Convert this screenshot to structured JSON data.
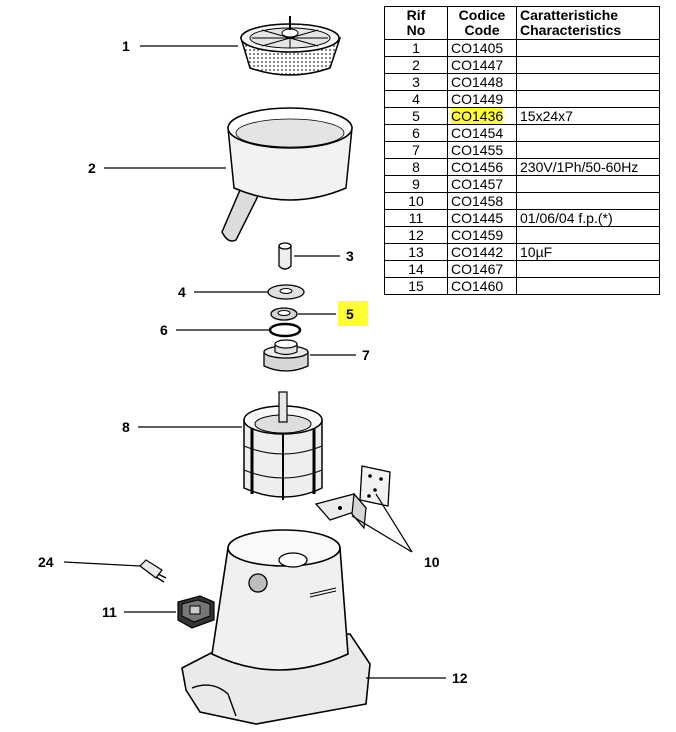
{
  "table": {
    "headers": {
      "rif": [
        "Rif",
        "No"
      ],
      "code": [
        "Codice",
        "Code"
      ],
      "char": [
        "Caratteristiche",
        "Characteristics"
      ]
    },
    "rows": [
      {
        "rif": "1",
        "code": "CO1405",
        "char": ""
      },
      {
        "rif": "2",
        "code": "CO1447",
        "char": ""
      },
      {
        "rif": "3",
        "code": "CO1448",
        "char": ""
      },
      {
        "rif": "4",
        "code": "CO1449",
        "char": ""
      },
      {
        "rif": "5",
        "code": "CO1436",
        "char": "15x24x7",
        "highlight": true
      },
      {
        "rif": "6",
        "code": "CO1454",
        "char": ""
      },
      {
        "rif": "7",
        "code": "CO1455",
        "char": ""
      },
      {
        "rif": "8",
        "code": "CO1456",
        "char": "230V/1Ph/50-60Hz"
      },
      {
        "rif": "9",
        "code": "CO1457",
        "char": ""
      },
      {
        "rif": "10",
        "code": "CO1458",
        "char": ""
      },
      {
        "rif": "11",
        "code": "CO1445",
        "char": "01/06/04 f.p.(*)"
      },
      {
        "rif": "12",
        "code": "CO1459",
        "char": ""
      },
      {
        "rif": "13",
        "code": "CO1442",
        "char": "10µF"
      },
      {
        "rif": "14",
        "code": "CO1467",
        "char": ""
      },
      {
        "rif": "15",
        "code": "CO1460",
        "char": ""
      }
    ]
  },
  "callouts": {
    "c1": "1",
    "c2": "2",
    "c3": "3",
    "c4": "4",
    "c5": "5",
    "c6": "6",
    "c7": "7",
    "c8": "8",
    "c10": "10",
    "c24": "24",
    "c11": "11",
    "c12": "12"
  },
  "colors": {
    "highlight": "#ffff33",
    "line": "#000000",
    "part_fill": "#f2f2f2",
    "part_shade": "#d8d8d8"
  }
}
